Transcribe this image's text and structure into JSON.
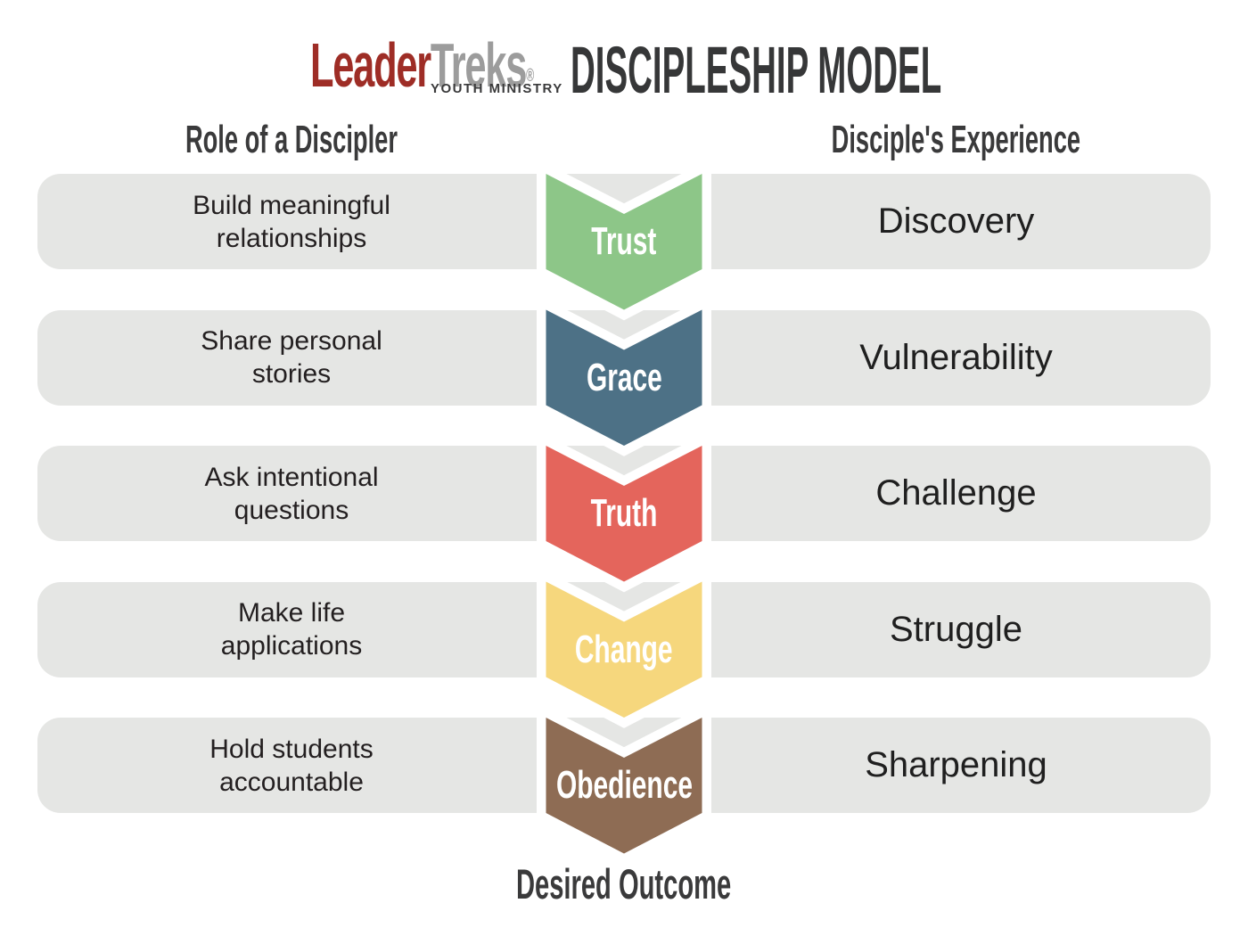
{
  "header": {
    "logo": {
      "word_leader": "Leader",
      "word_treks": "Treks",
      "registered_mark": "®",
      "subtitle": "YOUTH MINISTRY"
    },
    "title": "DISCIPLESHIP MODEL"
  },
  "column_headers": {
    "left": "Role of a Discipler",
    "right": "Disciple's Experience"
  },
  "rows": [
    {
      "role_line1": "Build meaningful",
      "role_line2": "relationships",
      "stage": "Trust",
      "stage_color": "#8dc688",
      "experience": "Discovery"
    },
    {
      "role_line1": "Share personal",
      "role_line2": "stories",
      "stage": "Grace",
      "stage_color": "#4d7186",
      "experience": "Vulnerability"
    },
    {
      "role_line1": "Ask intentional",
      "role_line2": "questions",
      "stage": "Truth",
      "stage_color": "#e4655c",
      "experience": "Challenge"
    },
    {
      "role_line1": "Make life",
      "role_line2": "applications",
      "stage": "Change",
      "stage_color": "#f6d77d",
      "experience": "Struggle"
    },
    {
      "role_line1": "Hold students",
      "role_line2": "accountable",
      "stage": "Obedience",
      "stage_color": "#8e6c54",
      "experience": "Sharpening"
    }
  ],
  "footer": {
    "label": "Desired Outcome"
  },
  "colors": {
    "background": "#ffffff",
    "bar_background": "#e5e6e4",
    "body_text": "#231f20",
    "heading_text": "#3a3a3b",
    "logo_red": "#9e2d26",
    "logo_gray": "#9c9c9c",
    "chevron_outline": "#ffffff"
  }
}
